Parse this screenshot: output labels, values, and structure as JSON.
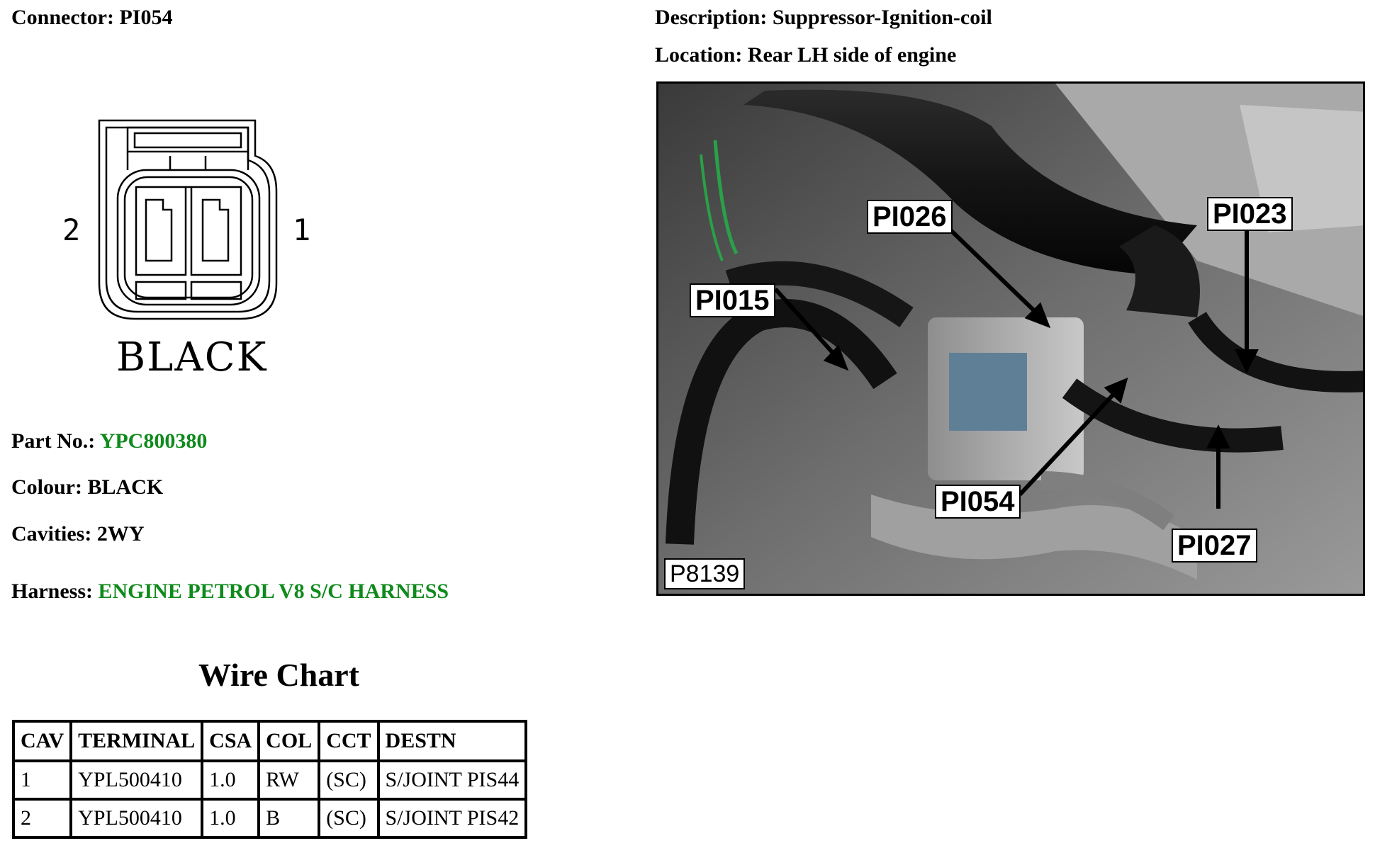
{
  "header": {
    "connector_label": "Connector:",
    "connector_value": "PI054",
    "description_label": "Description:",
    "description_value": "Suppressor-Ignition-coil",
    "location_label": "Location:",
    "location_value": "Rear LH side of engine"
  },
  "diagram": {
    "pin_left": "2",
    "pin_right": "1",
    "colour_caption": "BLACK"
  },
  "details": {
    "part_label": "Part No.:",
    "part_value": "YPC800380",
    "colour_label": "Colour:",
    "colour_value": "BLACK",
    "cavities_label": "Cavities:",
    "cavities_value": "2WY",
    "harness_label": "Harness:",
    "harness_value": "ENGINE PETROL V8 S/C HARNESS",
    "link_color": "#0f8a1c"
  },
  "wire_chart": {
    "title": "Wire Chart",
    "headers": [
      "CAV",
      "TERMINAL",
      "CSA",
      "COL",
      "CCT",
      "DESTN"
    ],
    "rows": [
      [
        "1",
        "YPL500410",
        "1.0",
        "RW",
        "(SC)",
        "S/JOINT PIS44"
      ],
      [
        "2",
        "YPL500410",
        "1.0",
        "B",
        "(SC)",
        "S/JOINT PIS42"
      ]
    ]
  },
  "photo": {
    "callouts": [
      "PI026",
      "PI023",
      "PI015",
      "PI054",
      "PI027"
    ],
    "reference": "P8139"
  }
}
